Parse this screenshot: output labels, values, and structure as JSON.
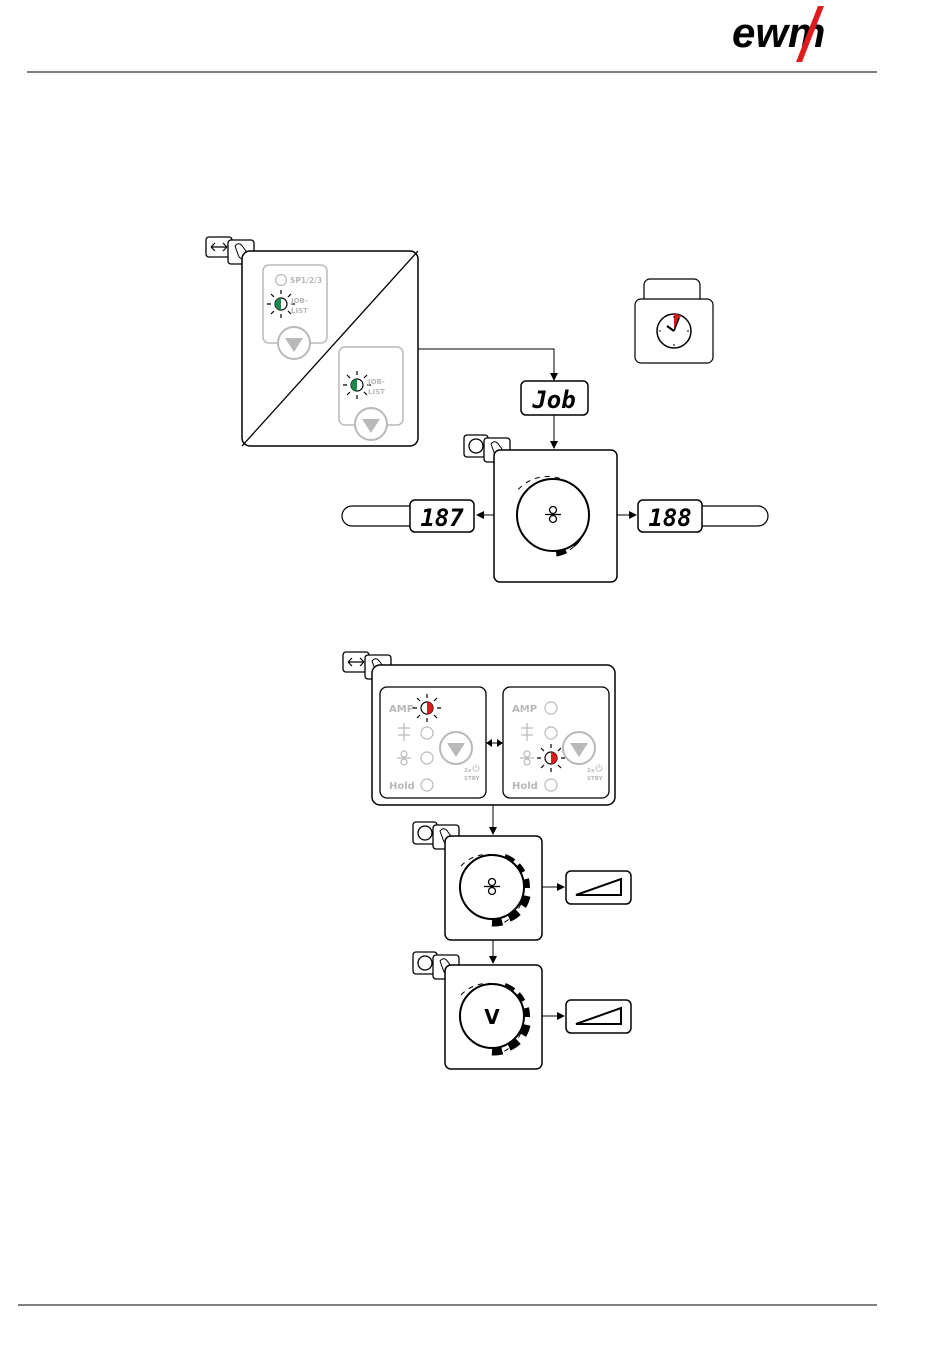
{
  "header": {
    "logo_text": "ewm"
  },
  "diagram1": {
    "select_panel": {
      "sp_label": "SP1/2/3",
      "joblist_label_1": "JOB-",
      "joblist_label_2": "LIST"
    },
    "display_job": "Job",
    "display_prev": "187",
    "display_next": "188",
    "knob_symbol": "wire-feed-icon"
  },
  "diagram2": {
    "panel_left": {
      "amp_label": "AMP",
      "hold_label": "Hold",
      "standby_1": "2x",
      "standby_2": "STBY"
    },
    "panel_right": {
      "amp_label": "AMP",
      "hold_label": "Hold",
      "standby_1": "2x",
      "standby_2": "STBY"
    },
    "knob_v_label": "V"
  },
  "colors": {
    "led_green": "#1a8a4a",
    "led_red": "#e01b1b",
    "clock_red": "#e01b1b",
    "panel_grey": "#b9b9b9"
  }
}
